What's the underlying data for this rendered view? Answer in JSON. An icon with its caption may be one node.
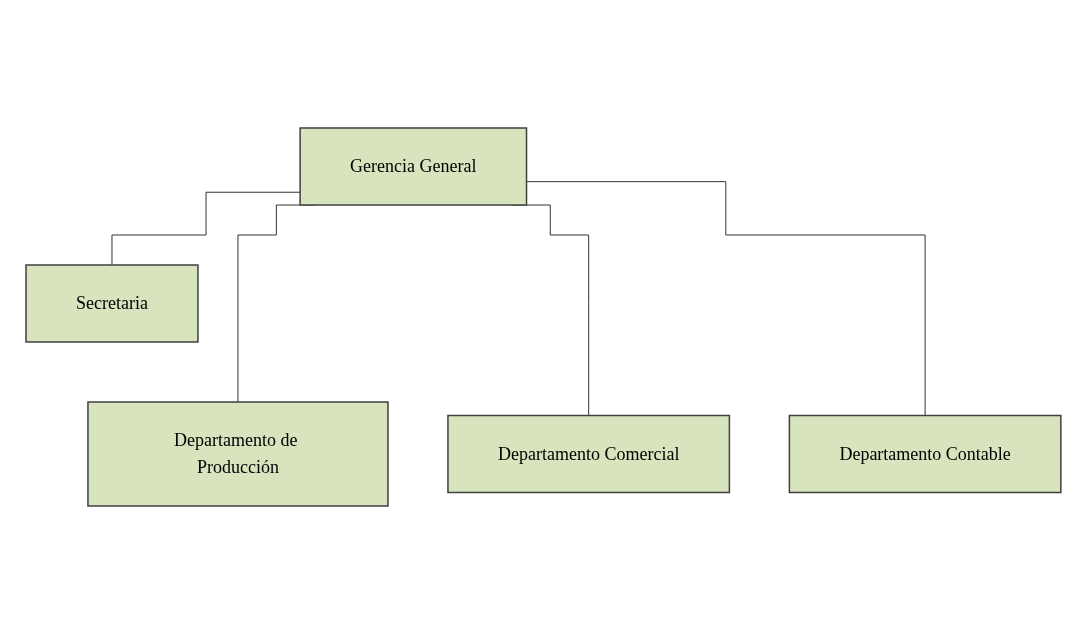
{
  "diagram": {
    "nodes": [
      {
        "text": [
          "Gerencia General"
        ]
      },
      {
        "text": [
          "Secretaria"
        ]
      },
      {
        "text": [
          "Departamento de Producción"
        ]
      },
      {
        "text": [
          "Departamento Comercial"
        ]
      },
      {
        "text": [
          "Departamento Contable"
        ]
      }
    ],
    "edges": [
      {
        "from": 0,
        "to": 1,
        "arrow": "none"
      },
      {
        "from": 0,
        "to": 2,
        "arrow": "none"
      },
      {
        "from": 0,
        "to": 3,
        "arrow": "none"
      },
      {
        "from": 0,
        "to": 4,
        "arrow": "none"
      }
    ]
  }
}
